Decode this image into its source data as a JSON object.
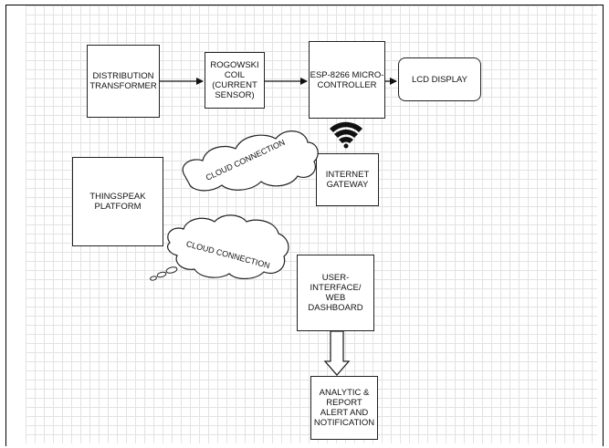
{
  "diagram": {
    "nodes": {
      "distribution_transformer": "DISTRIBUTION\nTRANSFORMER",
      "rogowski_coil": "ROGOWSKI\nCOIL\n(CURRENT\nSENSOR)",
      "esp8266": "ESP-8266 MICRO-\nCONTROLLER",
      "lcd_display": "LCD DISPLAY",
      "internet_gateway": "INTERNET\nGATEWAY",
      "thingspeak": "THINGSPEAK\nPLATFORM",
      "user_interface": "USER-INTERFACE/\nWEB DASHBOARD",
      "analytic_report": "ANALYTIC &\nREPORT\nALERT AND\nNOTIFICATION"
    },
    "clouds": {
      "upper": "CLOUD CONNECTION",
      "lower": "CLOUD CONNECTION"
    },
    "icons": {
      "wifi": "wifi-icon"
    }
  }
}
